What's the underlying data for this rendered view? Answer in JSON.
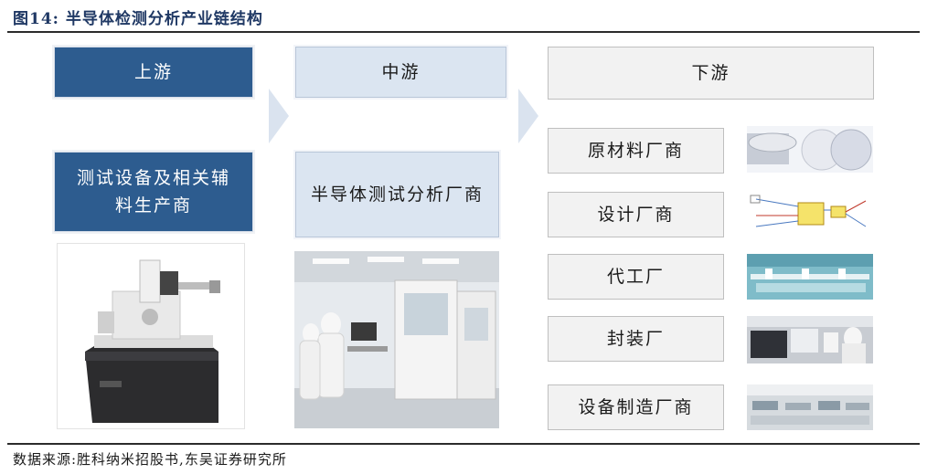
{
  "header": {
    "title": "图14:  半导体检测分析产业链结构"
  },
  "columns": {
    "upstream": {
      "label": "上游",
      "item": "测试设备及相关辅料生产商"
    },
    "midstream": {
      "label": "中游",
      "item": "半导体测试分析厂商"
    },
    "downstream": {
      "label": "下游",
      "items": [
        "原材料厂商",
        "设计厂商",
        "代工厂",
        "封装厂",
        "设备制造厂商"
      ]
    }
  },
  "footer": {
    "source": "数据来源:胜科纳米招股书,东吴证券研究所"
  },
  "colors": {
    "dark_box": "#2d5c8f",
    "light_box": "#dbe5f1",
    "grey_box": "#f2f2f2",
    "arrow": "#dae3ef",
    "title": "#1f3864"
  },
  "icons": [
    "chevron-right-arrow",
    "wafer-photo",
    "circuit-schematic-photo",
    "fab-line-photo",
    "packaging-lab-photo",
    "factory-floor-photo",
    "test-equipment-photo",
    "cleanroom-lab-photo"
  ]
}
